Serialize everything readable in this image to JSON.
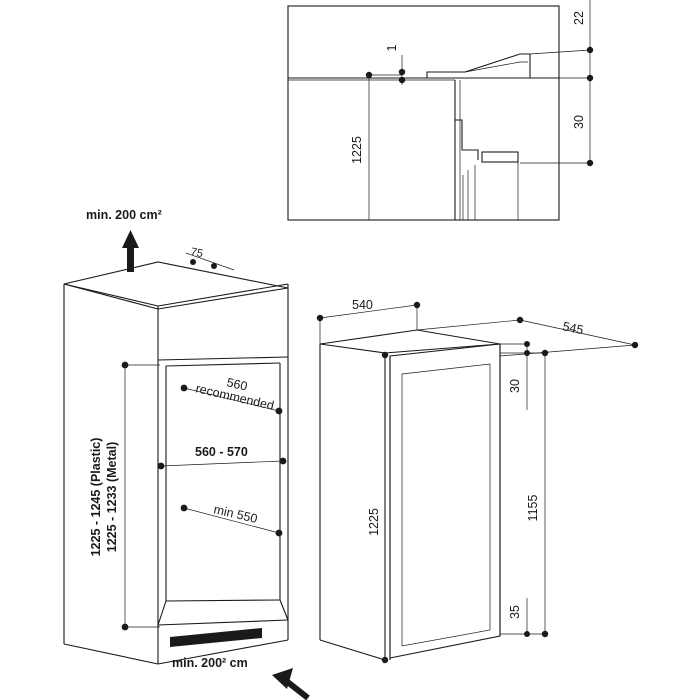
{
  "top_detail": {
    "dim_22": "22",
    "dim_1": "1",
    "dim_1225": "1225",
    "dim_30": "30"
  },
  "cabinet": {
    "vent_top": "min. 200 cm²",
    "dim_75": "75",
    "dim_560": "560",
    "recommended": "recommended",
    "dim_560_570": "560 - 570",
    "dim_min_550": "min 550",
    "height_plastic": "1225 - 1245 (Plastic)",
    "height_metal": "1225 - 1233 (Metal)",
    "vent_bottom": "min. 200² cm"
  },
  "appliance": {
    "dim_540": "540",
    "dim_545": "545",
    "dim_30": "30",
    "dim_1225": "1225",
    "dim_1155": "1155",
    "dim_35": "35"
  },
  "colors": {
    "ink": "#1a1a1a",
    "background": "#ffffff"
  }
}
